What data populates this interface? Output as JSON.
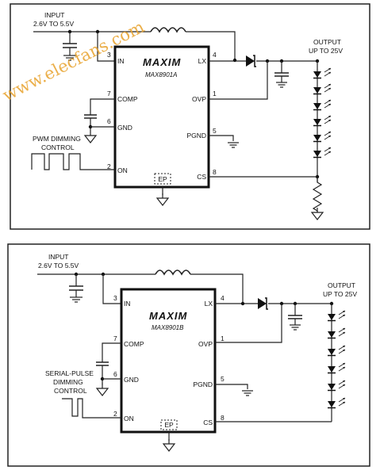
{
  "watermark": "www.elecfans.com",
  "circuits": [
    {
      "input_label_1": "INPUT",
      "input_label_2": "2.6V TO 5.5V",
      "output_label_1": "OUTPUT",
      "output_label_2": "UP TO 25V",
      "logo": "MAXIM",
      "part": "MAX8901A",
      "dimming_1": "PWM DIMMING",
      "dimming_2": "CONTROL",
      "dimming_3": "",
      "pin_in": "IN",
      "pin_comp": "COMP",
      "pin_gnd": "GND",
      "pin_on": "ON",
      "pin_lx": "LX",
      "pin_ovp": "OVP",
      "pin_pgnd": "PGND",
      "pin_cs": "CS",
      "pin_ep": "EP",
      "num_in": "3",
      "num_comp": "7",
      "num_gnd": "6",
      "num_on": "2",
      "num_lx": "4",
      "num_ovp": "1",
      "num_pgnd": "5",
      "num_cs": "8"
    },
    {
      "input_label_1": "INPUT",
      "input_label_2": "2.6V TO 5.5V",
      "output_label_1": "OUTPUT",
      "output_label_2": "UP TO 25V",
      "logo": "MAXIM",
      "part": "MAX8901B",
      "dimming_1": "SERIAL-PULSE",
      "dimming_2": "DIMMING",
      "dimming_3": "CONTROL",
      "pin_in": "IN",
      "pin_comp": "COMP",
      "pin_gnd": "GND",
      "pin_on": "ON",
      "pin_lx": "LX",
      "pin_ovp": "OVP",
      "pin_pgnd": "PGND",
      "pin_cs": "CS",
      "pin_ep": "EP",
      "num_in": "3",
      "num_comp": "7",
      "num_gnd": "6",
      "num_on": "2",
      "num_lx": "4",
      "num_ovp": "1",
      "num_pgnd": "5",
      "num_cs": "8"
    }
  ]
}
